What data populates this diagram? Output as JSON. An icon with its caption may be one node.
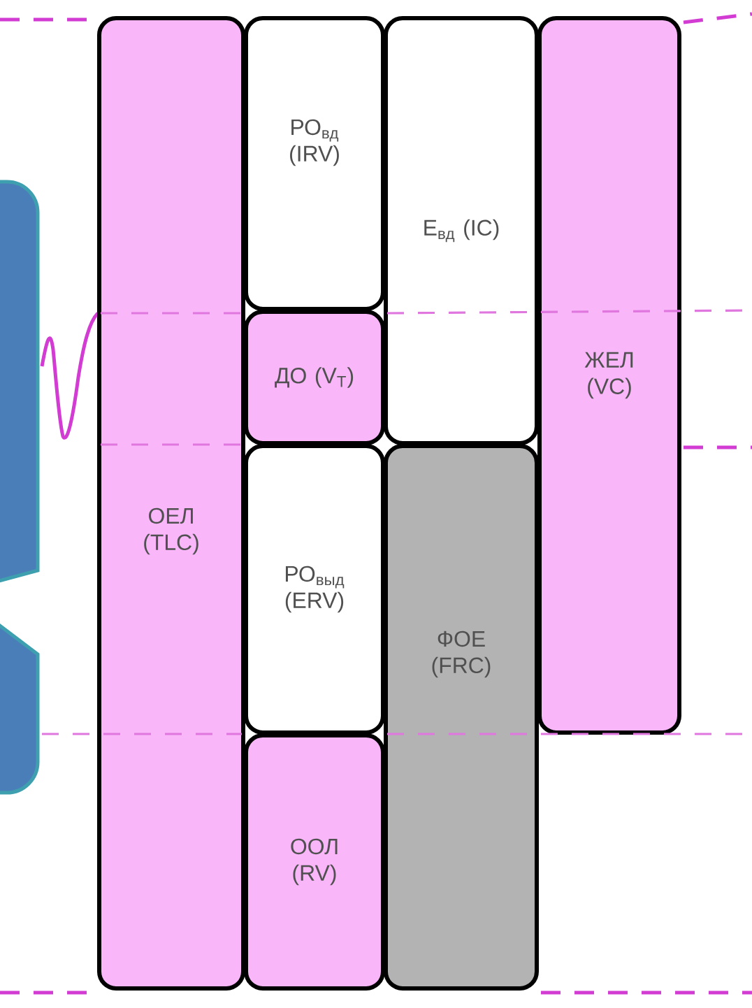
{
  "diagram": {
    "nodes": [
      {
        "text": [
          "ОЕЛ (TLC)"
        ]
      },
      {
        "text": [
          "РО$_{вд}$ (IRV)"
        ]
      },
      {
        "text": [
          "ДО (V$_{T}$)"
        ]
      },
      {
        "text": [
          "РО$_{выд}$ (ERV)"
        ]
      },
      {
        "text": [
          "ООЛ (RV)"
        ]
      },
      {
        "text": [
          "Е$_{вд}$ (IC)"
        ]
      },
      {
        "text": [
          "ФОЕ (FRC)"
        ]
      },
      {
        "text": [
          "ЖЕЛ (VC)"
        ]
      }
    ]
  }
}
